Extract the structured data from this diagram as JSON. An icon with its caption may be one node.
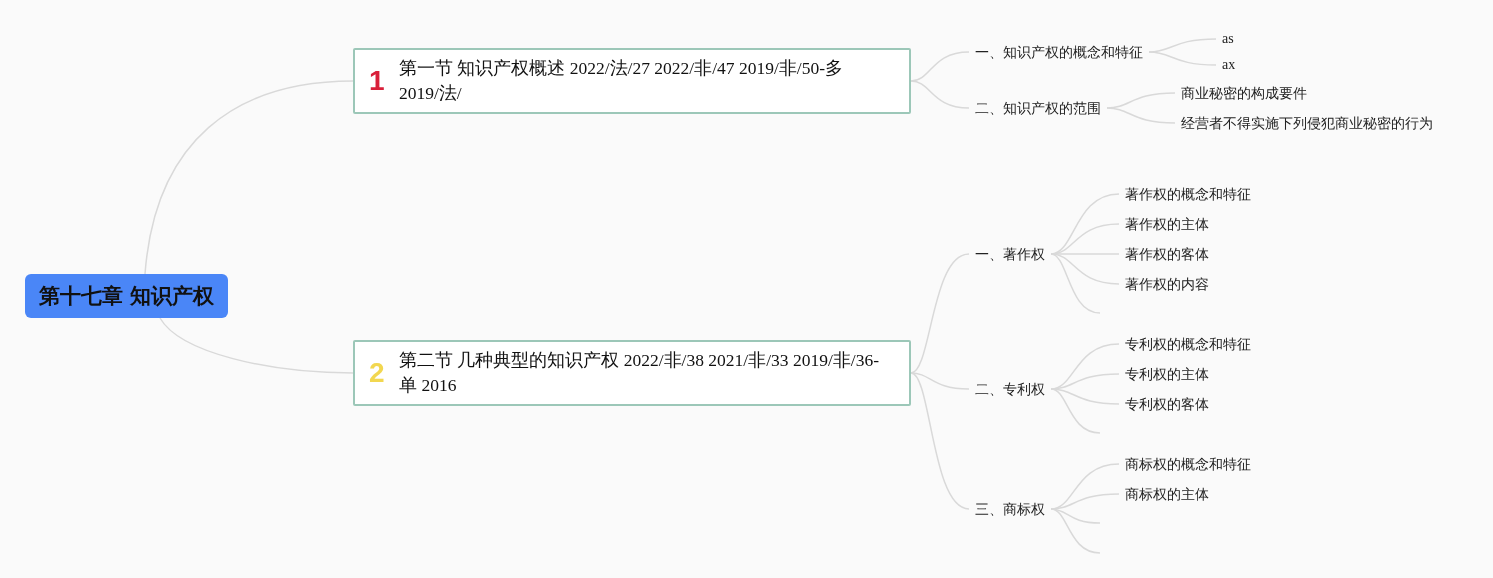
{
  "diagram": {
    "nodes": [
      {
        "text": [
          "第十七章 知识产权"
        ]
      },
      {
        "text": [
          "1",
          "第一节 知识产权概述 2022/法/27 2022/非/47 2019/非/50-多 2019/法/"
        ]
      },
      {
        "text": [
          "2",
          "第二节 几种典型的知识产权 2022/非/38 2021/非/33 2019/非/36-单 2016"
        ]
      },
      {
        "text": [
          "一、知识产权的概念和特征"
        ]
      },
      {
        "text": [
          "as"
        ]
      },
      {
        "text": [
          "ax"
        ]
      },
      {
        "text": [
          "二、知识产权的范围"
        ]
      },
      {
        "text": [
          "商业秘密的构成要件"
        ]
      },
      {
        "text": [
          "经营者不得实施下列侵犯商业秘密的行为"
        ]
      },
      {
        "text": [
          "一、著作权"
        ]
      },
      {
        "text": [
          "著作权的概念和特征"
        ]
      },
      {
        "text": [
          "著作权的主体"
        ]
      },
      {
        "text": [
          "著作权的客体"
        ]
      },
      {
        "text": [
          "著作权的内容"
        ]
      },
      {
        "text": [
          "二、专利权"
        ]
      },
      {
        "text": [
          "专利权的概念和特征"
        ]
      },
      {
        "text": [
          "专利权的主体"
        ]
      },
      {
        "text": [
          "专利权的客体"
        ]
      },
      {
        "text": [
          "三、商标权"
        ]
      },
      {
        "text": [
          "商标权的概念和特征"
        ]
      },
      {
        "text": [
          "商标权的主体"
        ]
      }
    ],
    "edges": [
      {
        "from": 0,
        "to": 1,
        "arrow": "none"
      },
      {
        "from": 0,
        "to": 2,
        "arrow": "none"
      },
      {
        "from": 1,
        "to": 3,
        "arrow": "none"
      },
      {
        "from": 3,
        "to": 4,
        "arrow": "none"
      },
      {
        "from": 3,
        "to": 5,
        "arrow": "none"
      },
      {
        "from": 1,
        "to": 6,
        "arrow": "none"
      },
      {
        "from": 6,
        "to": 7,
        "arrow": "none"
      },
      {
        "from": 6,
        "to": 8,
        "arrow": "none"
      },
      {
        "from": 2,
        "to": 9,
        "arrow": "none"
      },
      {
        "from": 9,
        "to": 10,
        "arrow": "none"
      },
      {
        "from": 9,
        "to": 11,
        "arrow": "none"
      },
      {
        "from": 9,
        "to": 12,
        "arrow": "none"
      },
      {
        "from": 9,
        "to": 13,
        "arrow": "none"
      },
      {
        "from": 9,
        "to": null,
        "arrow": "none"
      },
      {
        "from": 2,
        "to": 14,
        "arrow": "none"
      },
      {
        "from": 14,
        "to": 15,
        "arrow": "none"
      },
      {
        "from": 14,
        "to": 16,
        "arrow": "none"
      },
      {
        "from": 14,
        "to": 17,
        "arrow": "none"
      },
      {
        "from": 14,
        "to": null,
        "arrow": "none"
      },
      {
        "from": 2,
        "to": 18,
        "arrow": "none"
      },
      {
        "from": 18,
        "to": 19,
        "arrow": "none"
      },
      {
        "from": 18,
        "to": 20,
        "arrow": "none"
      },
      {
        "from": 18,
        "to": null,
        "arrow": "none"
      },
      {
        "from": 18,
        "to": null,
        "arrow": "none"
      }
    ]
  }
}
